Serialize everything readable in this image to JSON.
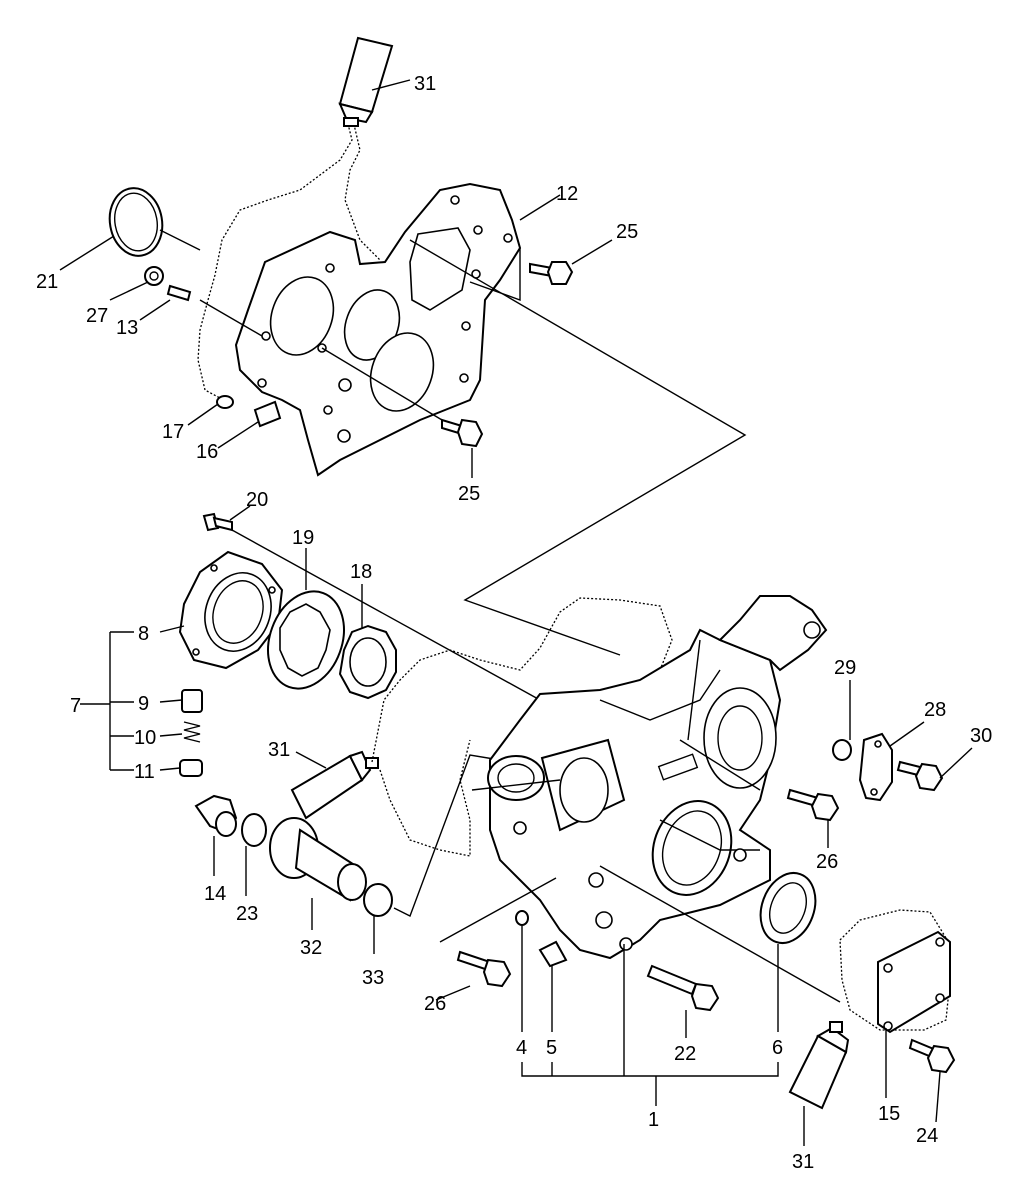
{
  "labels": {
    "l31a": "31",
    "l12": "12",
    "l25a": "25",
    "l21": "21",
    "l27": "27",
    "l13": "13",
    "l17": "17",
    "l16": "16",
    "l25b": "25",
    "l20": "20",
    "l19": "19",
    "l18": "18",
    "l8": "8",
    "l7": "7",
    "l9": "9",
    "l10": "10",
    "l11": "11",
    "l31b": "31",
    "l29": "29",
    "l28": "28",
    "l30": "30",
    "l26a": "26",
    "l14": "14",
    "l23": "23",
    "l32": "32",
    "l33": "33",
    "l26b": "26",
    "l4": "4",
    "l5": "5",
    "l22": "22",
    "l6": "6",
    "l1": "1",
    "l15": "15",
    "l24": "24",
    "l31c": "31"
  }
}
